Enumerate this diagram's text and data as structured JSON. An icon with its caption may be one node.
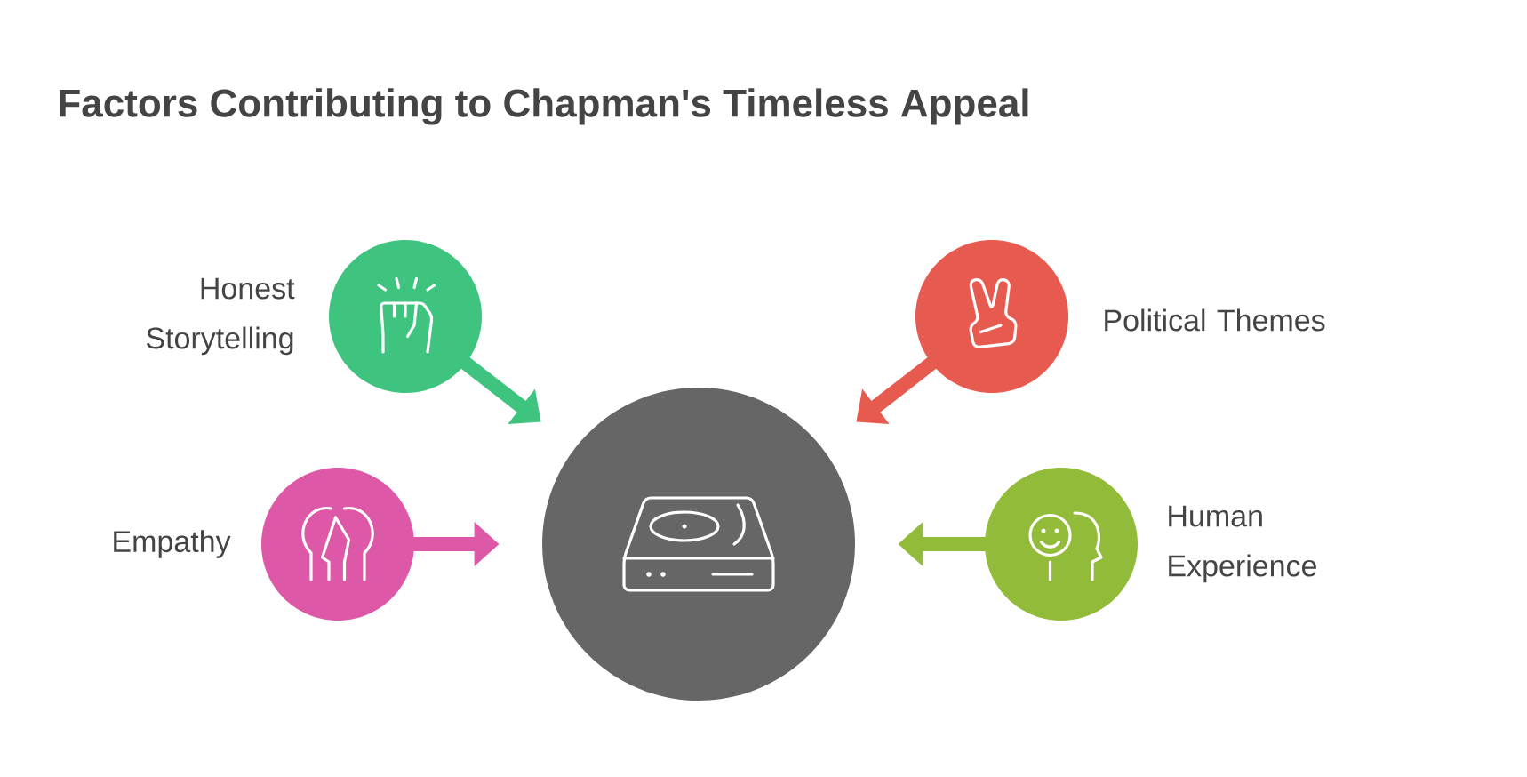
{
  "diagram": {
    "title": "Factors Contributing to Chapman's Timeless Appeal",
    "nodes": [
      {
        "text": [
          "Honest Storytelling"
        ]
      },
      {
        "text": [
          "Political Themes"
        ]
      },
      {
        "text": [
          "Empathy"
        ]
      },
      {
        "text": [],
        "shape": "circle"
      },
      {
        "text": [
          "Human Experience"
        ]
      }
    ],
    "edges": [
      {
        "from": 0,
        "to": 3,
        "arrow": "to",
        "color": "#3ec47f"
      },
      {
        "from": 1,
        "to": 3,
        "arrow": "to",
        "color": "#e65a50"
      },
      {
        "from": 2,
        "to": 3,
        "arrow": "to",
        "color": "#de58a8"
      },
      {
        "from": 4,
        "to": 3,
        "arrow": "to",
        "color": "#93bb3a"
      }
    ]
  }
}
